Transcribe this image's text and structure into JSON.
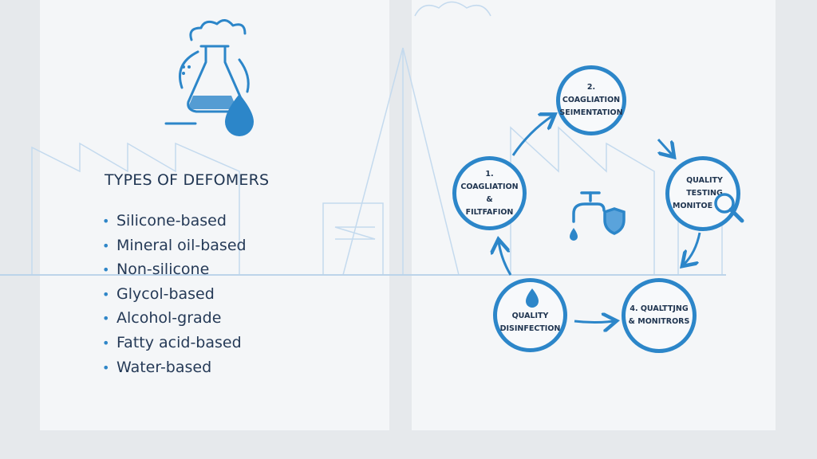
{
  "left_panel": {
    "title": "TYPES OF DEFOMERS",
    "items": [
      "Silicone-based",
      "Mineral oil-based",
      "Non-silicone",
      "Glycol-based",
      "Alcohol-grade",
      "Fatty acid-based",
      "Water-based"
    ]
  },
  "cycle": {
    "nodes": [
      {
        "line1": "2. COAGLIATION",
        "line2": "SEIMENTATION"
      },
      {
        "line1": "1. COAGLIATION &",
        "line2": "FILTFAFION"
      },
      {
        "line1": "QUALITY TESTING",
        "line2": "MONITOE"
      },
      {
        "line1": "QUALITY",
        "line2": "DISINFECTION"
      },
      {
        "line1": "4. QUALTTJNG",
        "line2": "& MONITRORS"
      }
    ]
  },
  "colors": {
    "accent": "#2c86c9",
    "text": "#203550",
    "background": "#e6e9ec",
    "panel": "#f4f6f8"
  }
}
